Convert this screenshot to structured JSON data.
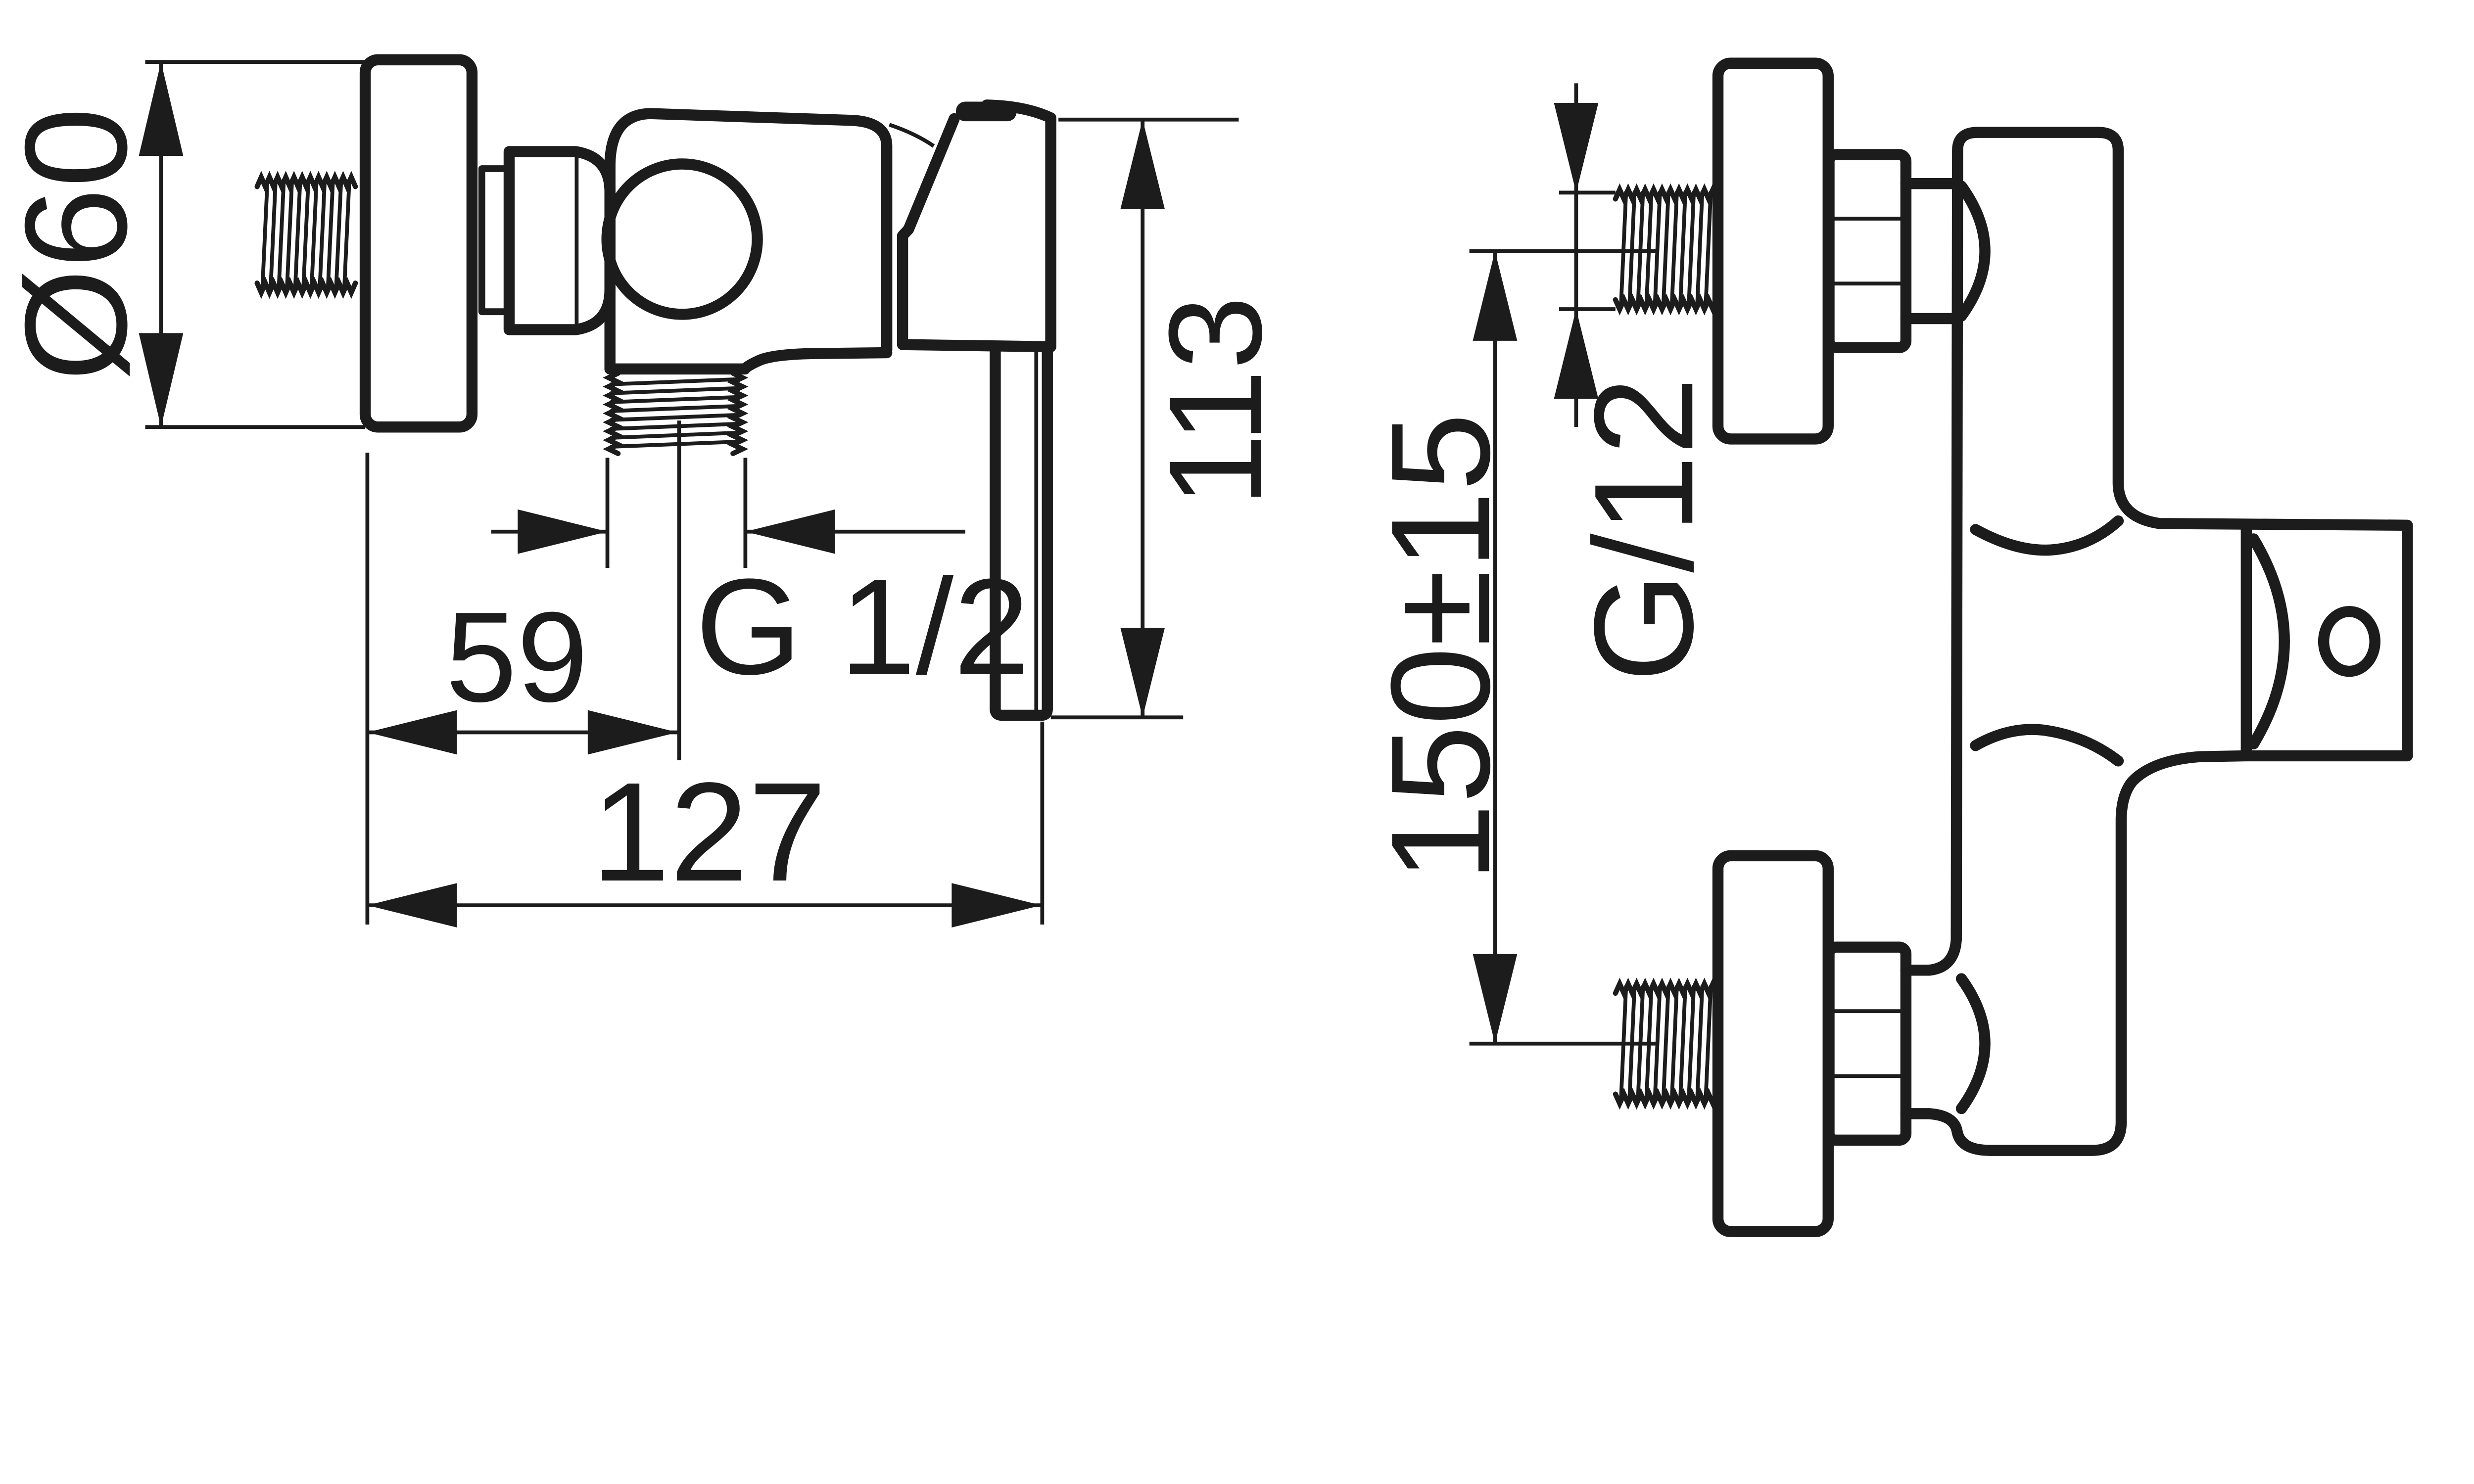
{
  "drawing": {
    "type": "technical-dimension-drawing",
    "subject": "wall-mounted shower mixer tap, two orthographic views",
    "background": "#ffffff",
    "line_color": "#1c1c1c",
    "views": {
      "side": {
        "labels": {
          "flange_diameter": "Ø60",
          "body_height": "113",
          "wall_to_outlet": "59",
          "outlet_thread": "G 1/2",
          "total_depth": "127"
        }
      },
      "front": {
        "labels": {
          "inlet_spacing": "150±15",
          "inlet_thread": "G/12"
        }
      }
    }
  }
}
